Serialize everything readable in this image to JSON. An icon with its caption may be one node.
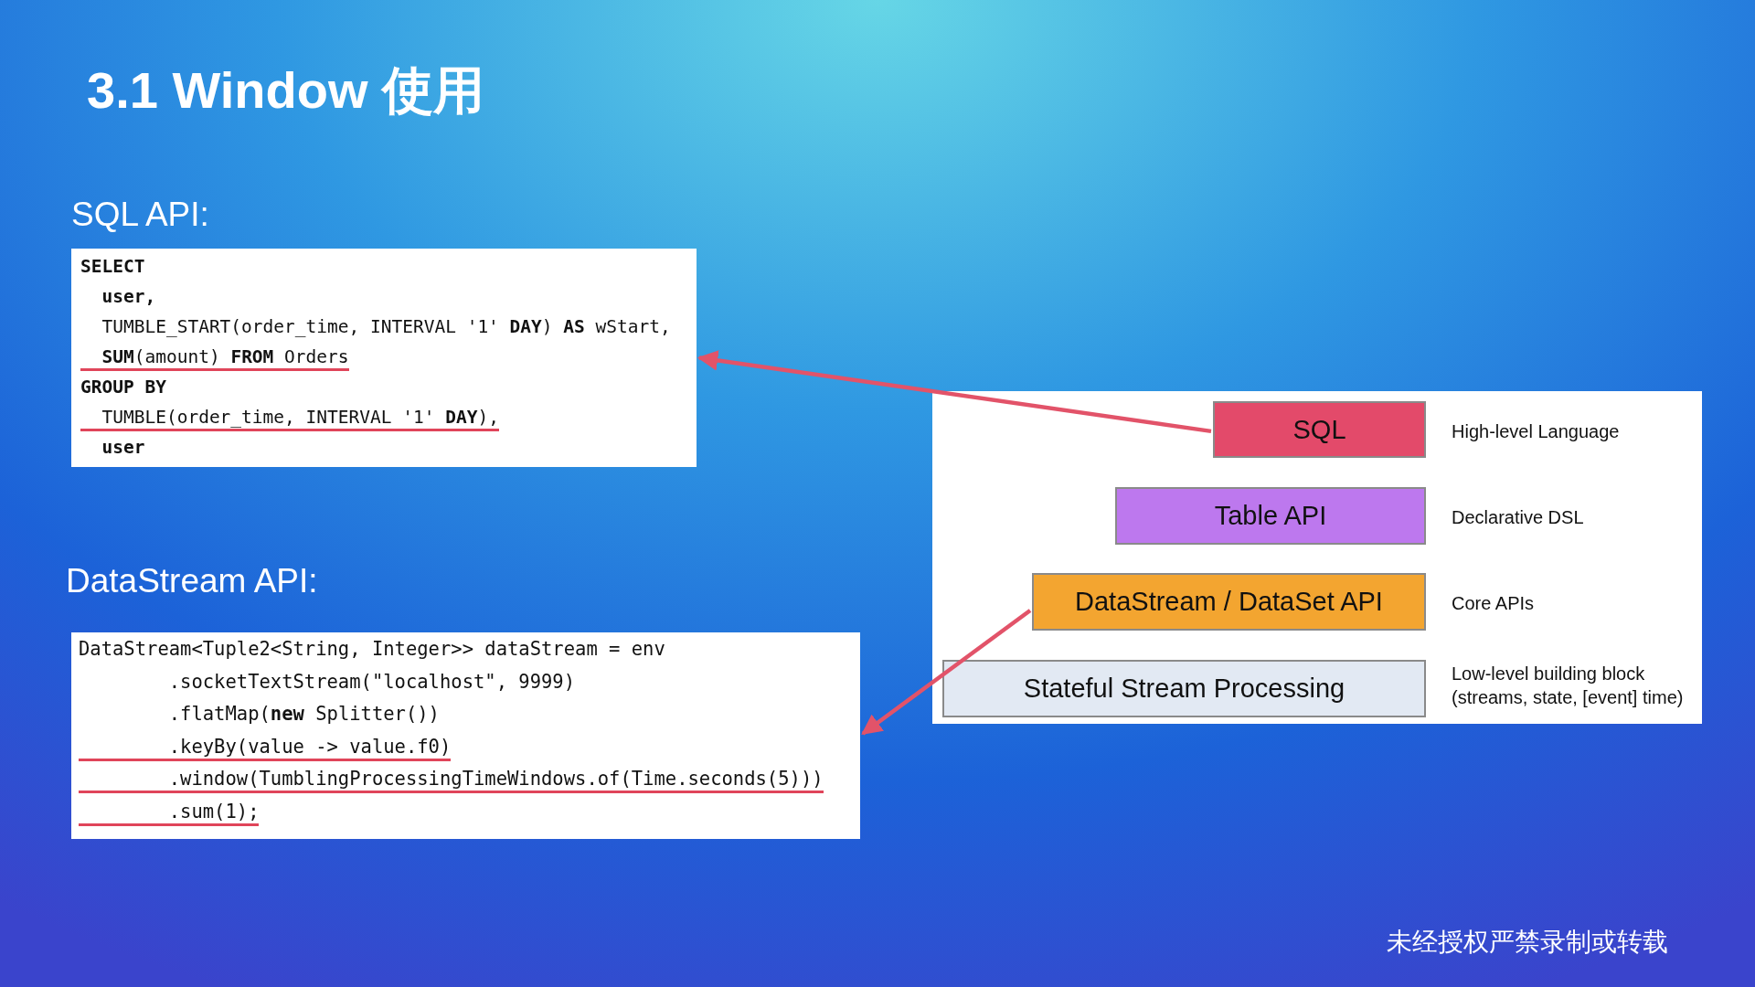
{
  "diagram": {
    "title": "3.1 Window 使用",
    "nodes": [
      {
        "text": [
          "SQL API:",
          "SELECT",
          "  user,",
          "  TUMBLE_START(order_time, INTERVAL '1' **DAY**) **AS** wStart,",
          "  **SUM**(amount) **FROM** Orders",
          "GROUP BY",
          "  TUMBLE(order_time, INTERVAL '1' **DAY**),",
          "  user"
        ]
      },
      {
        "text": [
          "DataStream API:",
          "DataStream<Tuple2<String, Integer>> dataStream = env",
          "        .socketTextStream(\"localhost\", 9999)",
          "        .flatMap(**new** Splitter())",
          "        .keyBy(value -> value.f0)",
          "        .window(TumblingProcessingTimeWindows.of(Time.seconds(5)))",
          "        .sum(1);"
        ]
      },
      {
        "text": [],
        "shape": "box"
      },
      {
        "text": [
          "SQL"
        ],
        "in": 2,
        "beside": [
          "High-level Language"
        ]
      },
      {
        "text": [
          "Table API"
        ],
        "in": 2,
        "beside": [
          "Declarative DSL"
        ]
      },
      {
        "text": [
          "DataStream / DataSet API"
        ],
        "in": 2,
        "beside": [
          "Core APIs"
        ]
      },
      {
        "text": [
          "Stateful Stream Processing"
        ],
        "in": 2,
        "beside": [
          "Low-level building block (streams, state, [event] time)"
        ]
      }
    ],
    "edges": [
      {
        "from": 3,
        "to": 0,
        "arrow": "to",
        "color": "#e25369"
      },
      {
        "from": 5,
        "to": 1,
        "arrow": "to",
        "color": "#e25369"
      }
    ],
    "labels": [
      "未经授权严禁录制或转载"
    ]
  }
}
